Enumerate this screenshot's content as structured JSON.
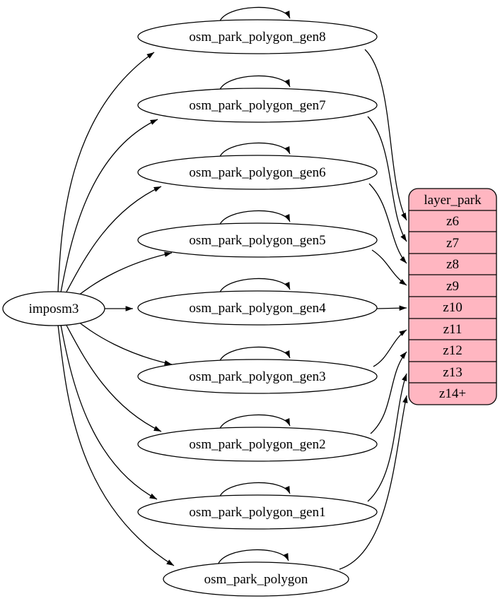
{
  "diagram": {
    "type": "graphviz-digraph",
    "background": "#ffffff",
    "colors": {
      "node_fill": "#ffffff",
      "node_stroke": "#000000",
      "record_fill": "#ffb6c1",
      "edge_color": "#000000",
      "text_color": "#000000"
    },
    "nodes": {
      "source": {
        "label": "imposm3"
      },
      "tables": [
        {
          "id": "osm_park_polygon_gen8",
          "label": "osm_park_polygon_gen8"
        },
        {
          "id": "osm_park_polygon_gen7",
          "label": "osm_park_polygon_gen7"
        },
        {
          "id": "osm_park_polygon_gen6",
          "label": "osm_park_polygon_gen6"
        },
        {
          "id": "osm_park_polygon_gen5",
          "label": "osm_park_polygon_gen5"
        },
        {
          "id": "osm_park_polygon_gen4",
          "label": "osm_park_polygon_gen4"
        },
        {
          "id": "osm_park_polygon_gen3",
          "label": "osm_park_polygon_gen3"
        },
        {
          "id": "osm_park_polygon_gen2",
          "label": "osm_park_polygon_gen2"
        },
        {
          "id": "osm_park_polygon_gen1",
          "label": "osm_park_polygon_gen1"
        },
        {
          "id": "osm_park_polygon",
          "label": "osm_park_polygon"
        }
      ],
      "layer": {
        "title": "layer_park",
        "rows": [
          "z6",
          "z7",
          "z8",
          "z9",
          "z10",
          "z11",
          "z12",
          "z13",
          "z14+"
        ]
      }
    },
    "edges": [
      {
        "from": "imposm3",
        "to": "osm_park_polygon_gen8"
      },
      {
        "from": "imposm3",
        "to": "osm_park_polygon_gen7"
      },
      {
        "from": "imposm3",
        "to": "osm_park_polygon_gen6"
      },
      {
        "from": "imposm3",
        "to": "osm_park_polygon_gen5"
      },
      {
        "from": "imposm3",
        "to": "osm_park_polygon_gen4"
      },
      {
        "from": "imposm3",
        "to": "osm_park_polygon_gen3"
      },
      {
        "from": "imposm3",
        "to": "osm_park_polygon_gen2"
      },
      {
        "from": "imposm3",
        "to": "osm_park_polygon_gen1"
      },
      {
        "from": "imposm3",
        "to": "osm_park_polygon"
      },
      {
        "from": "osm_park_polygon_gen8",
        "to": "osm_park_polygon_gen8",
        "type": "self-loop"
      },
      {
        "from": "osm_park_polygon_gen7",
        "to": "osm_park_polygon_gen7",
        "type": "self-loop"
      },
      {
        "from": "osm_park_polygon_gen6",
        "to": "osm_park_polygon_gen6",
        "type": "self-loop"
      },
      {
        "from": "osm_park_polygon_gen5",
        "to": "osm_park_polygon_gen5",
        "type": "self-loop"
      },
      {
        "from": "osm_park_polygon_gen4",
        "to": "osm_park_polygon_gen4",
        "type": "self-loop"
      },
      {
        "from": "osm_park_polygon_gen3",
        "to": "osm_park_polygon_gen3",
        "type": "self-loop"
      },
      {
        "from": "osm_park_polygon_gen2",
        "to": "osm_park_polygon_gen2",
        "type": "self-loop"
      },
      {
        "from": "osm_park_polygon_gen1",
        "to": "osm_park_polygon_gen1",
        "type": "self-loop"
      },
      {
        "from": "osm_park_polygon",
        "to": "osm_park_polygon",
        "type": "self-loop"
      },
      {
        "from": "osm_park_polygon_gen8",
        "to": "layer_park.z6"
      },
      {
        "from": "osm_park_polygon_gen7",
        "to": "layer_park.z7"
      },
      {
        "from": "osm_park_polygon_gen6",
        "to": "layer_park.z8"
      },
      {
        "from": "osm_park_polygon_gen5",
        "to": "layer_park.z9"
      },
      {
        "from": "osm_park_polygon_gen4",
        "to": "layer_park.z10"
      },
      {
        "from": "osm_park_polygon_gen3",
        "to": "layer_park.z11"
      },
      {
        "from": "osm_park_polygon_gen2",
        "to": "layer_park.z12"
      },
      {
        "from": "osm_park_polygon_gen1",
        "to": "layer_park.z13"
      },
      {
        "from": "osm_park_polygon",
        "to": "layer_park.z14+"
      }
    ]
  }
}
